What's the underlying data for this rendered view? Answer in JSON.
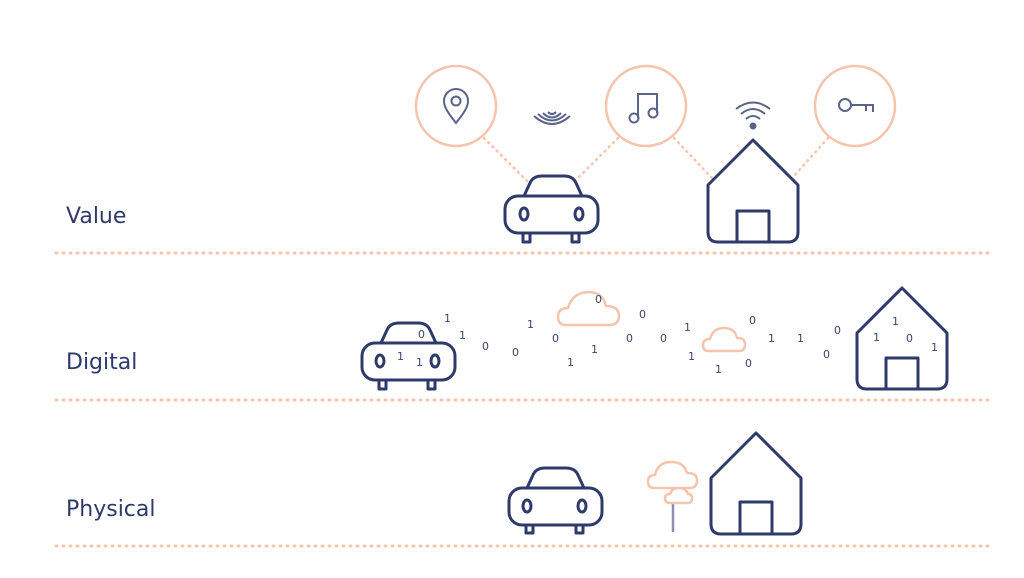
{
  "layers": {
    "value": "Value",
    "digital": "Digital",
    "physical": "Physical"
  },
  "digital_bits": [
    "0",
    "1",
    "1",
    "0",
    "0",
    "1",
    "0",
    "1",
    "1",
    "0",
    "0",
    "0",
    "1",
    "1",
    "1",
    "0",
    "0",
    "1",
    "1",
    "0",
    "0",
    "1",
    "1",
    "0",
    "1",
    "1",
    "1",
    "0"
  ],
  "icons": {
    "value_circles": [
      "location-pin-icon",
      "music-note-icon",
      "key-icon"
    ],
    "wireless": [
      "wireless-signal-icon",
      "wifi-icon"
    ]
  },
  "colors": {
    "navy": "#2d3a6b",
    "peach": "#f4c4ad",
    "bit_text": "#3b4670"
  }
}
